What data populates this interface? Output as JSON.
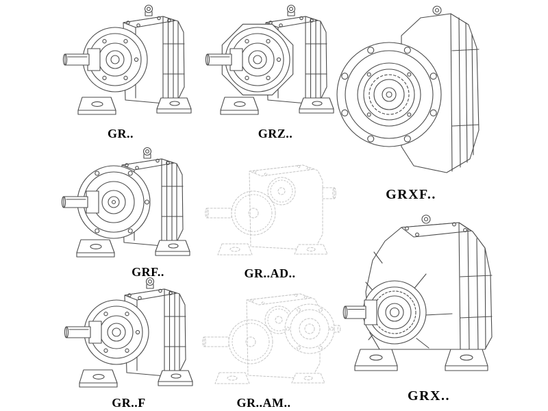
{
  "page": {
    "background_color": "#ffffff",
    "line_color": "#4a4a4a",
    "ghost_line_color": "#c4c4c4",
    "label_color": "#000000",
    "description_icons": {
      "eyebolt-icon": "lifting eye ring on top of gearbox",
      "bolt-holes": "fastener holes on flange faces"
    }
  },
  "figures": [
    {
      "name": "gr",
      "label": "GR..",
      "style": "solid"
    },
    {
      "name": "grz",
      "label": "GRZ..",
      "style": "solid"
    },
    {
      "name": "grxf",
      "label": "GRXF..",
      "style": "solid"
    },
    {
      "name": "grf",
      "label": "GRF..",
      "style": "solid"
    },
    {
      "name": "gr-ad",
      "label": "GR..AD..",
      "style": "dashed"
    },
    {
      "name": "grx",
      "label": "GRX..",
      "style": "solid"
    },
    {
      "name": "gr-f",
      "label": "GR..F",
      "style": "solid"
    },
    {
      "name": "gr-am",
      "label": "GR..AM..",
      "style": "dashed"
    }
  ]
}
